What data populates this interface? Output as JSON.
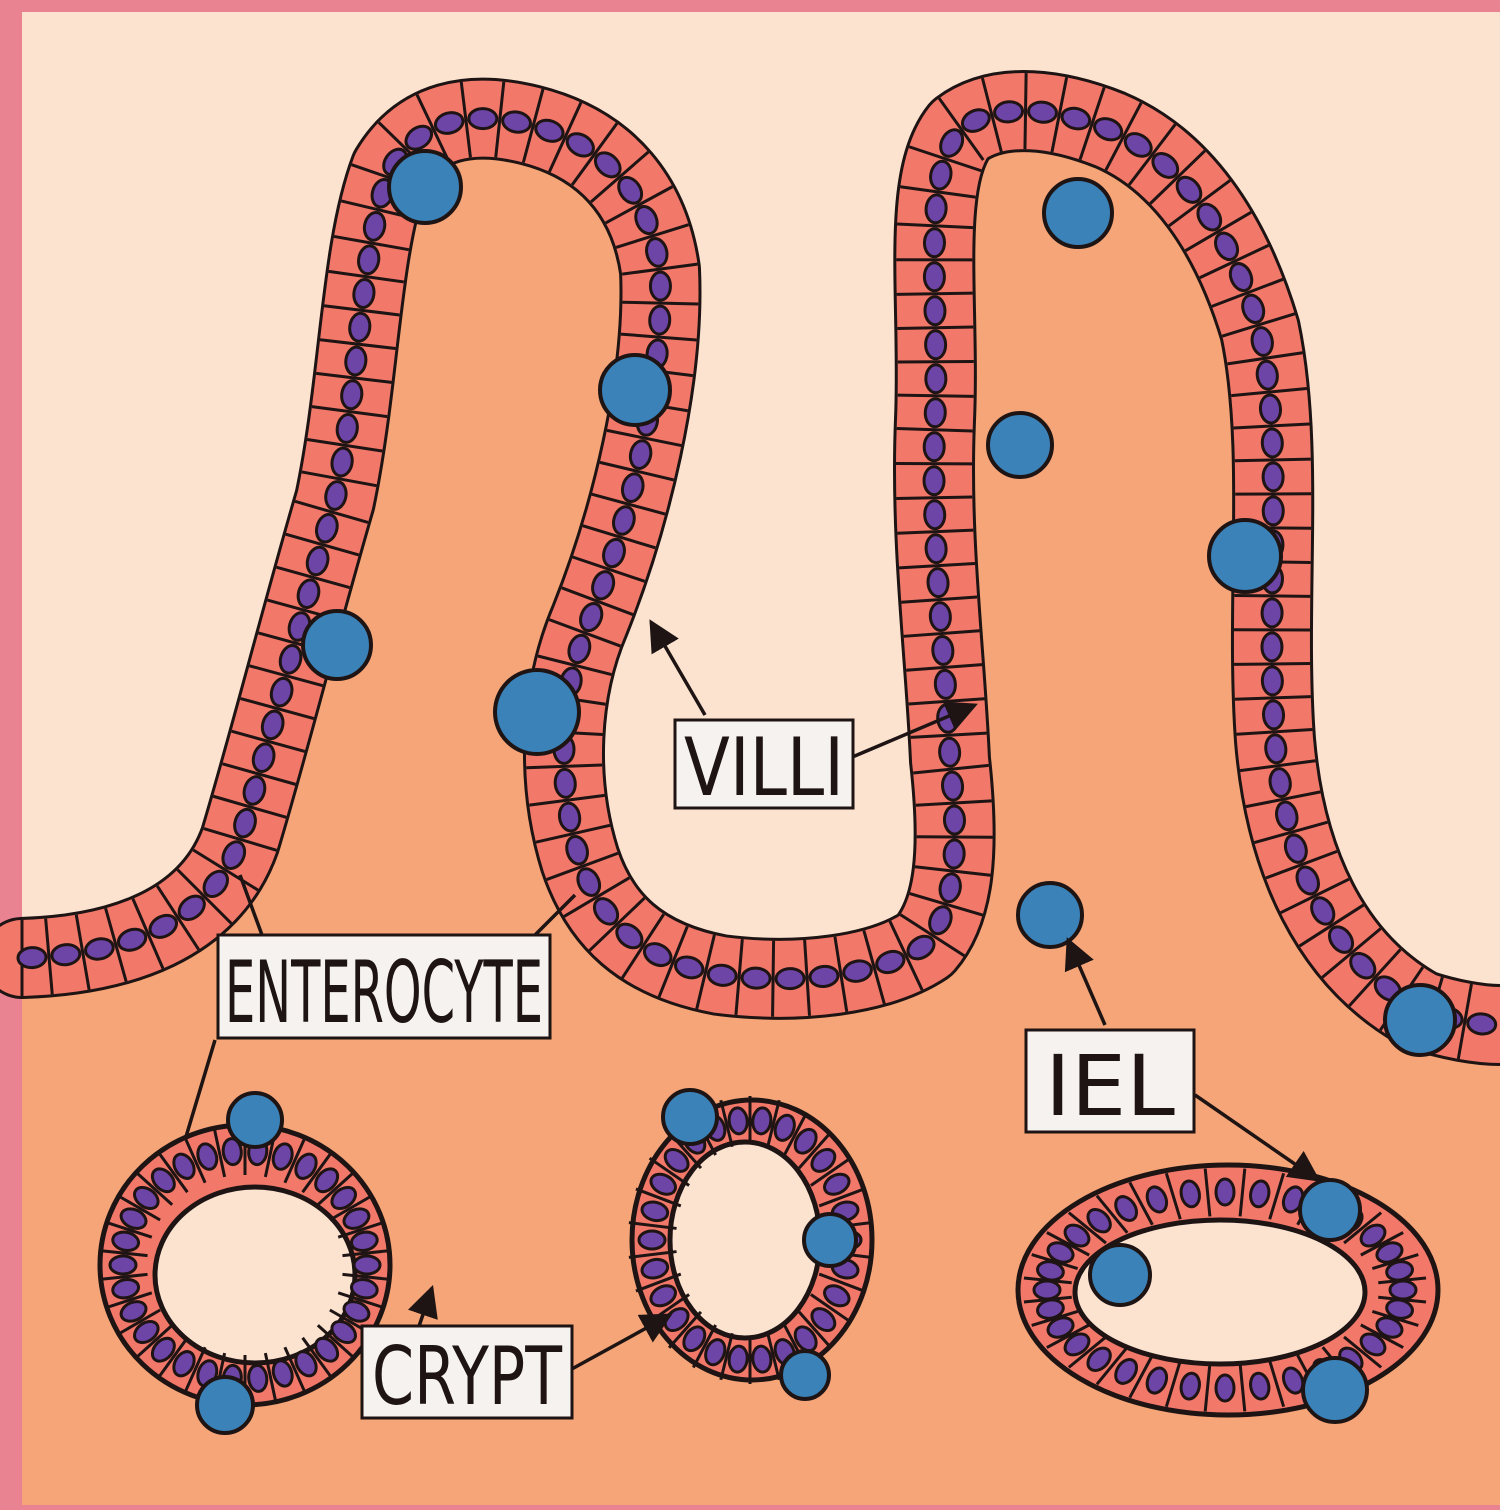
{
  "labels": {
    "villi": "VILLI",
    "enterocyte": "ENTEROCYTE",
    "iel": "IEL",
    "crypt": "CRYPT"
  },
  "colors": {
    "frame": "#e98392",
    "lumen": "#fbe3d0",
    "tissue": "#f5a577",
    "epithelium": "#f2786a",
    "nucleus": "#6d45a7",
    "iel": "#3b82b8",
    "outline": "#1e1414",
    "label_box": "#f6f2f0"
  }
}
